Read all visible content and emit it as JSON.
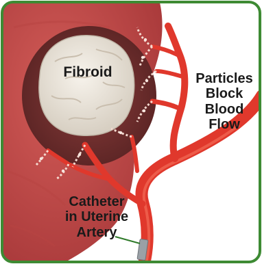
{
  "labels": {
    "fibroid": "Fibroid",
    "particles_lines": [
      "Particles",
      "Block",
      "Blood",
      "Flow"
    ],
    "catheter_lines": [
      "Catheter",
      "in Uterine",
      "Artery"
    ]
  },
  "colors": {
    "frame_border": "#3d8a33",
    "uterus_fill": "#c24a48",
    "fibroid_shell": "#6e2f2f",
    "fibroid_core": "#ece6dc",
    "artery": "#e0382c",
    "artery_highlight": "#f26b55",
    "particles": "#f4d9cf",
    "catheter": "#9aa0a6"
  }
}
